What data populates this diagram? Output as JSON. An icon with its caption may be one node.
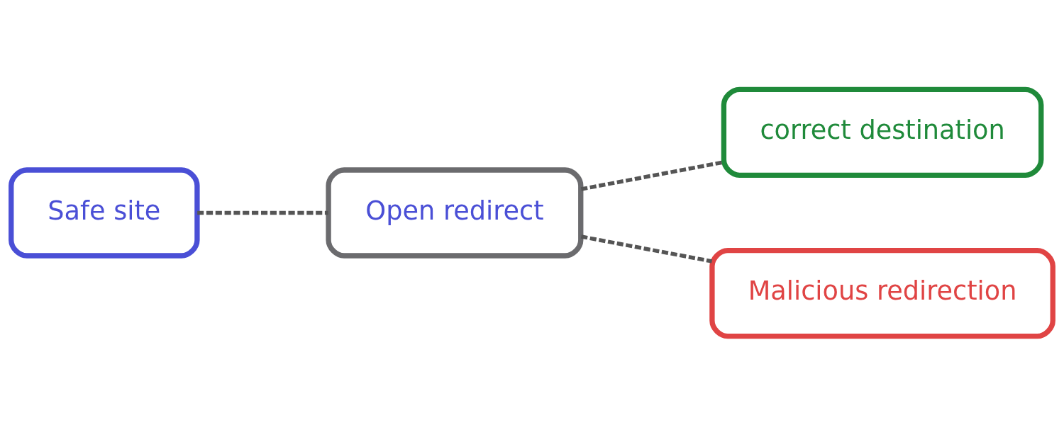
{
  "diagram": {
    "nodes": [
      {
        "text": [
          "Safe site"
        ]
      },
      {
        "text": [
          "Open redirect"
        ]
      },
      {
        "text": [
          "correct destination"
        ]
      },
      {
        "text": [
          "Malicious redirection"
        ]
      }
    ],
    "edges": [
      {
        "from": 0,
        "to": 1,
        "arrow": "none",
        "style": "dashed"
      },
      {
        "from": 1,
        "to": 2,
        "arrow": "none",
        "style": "dashed"
      },
      {
        "from": 1,
        "to": 3,
        "arrow": "none",
        "style": "dashed"
      }
    ]
  }
}
